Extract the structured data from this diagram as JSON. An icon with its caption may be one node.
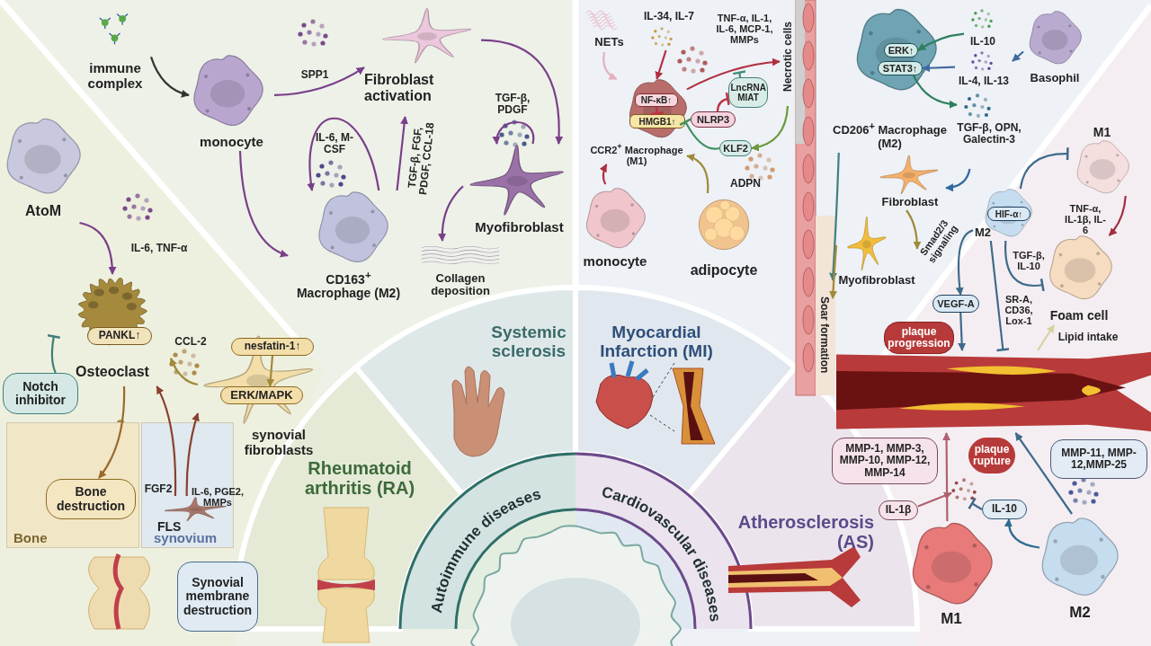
{
  "diagram": {
    "nodes": [
      {
        "text": [
          "immune complex"
        ]
      },
      {
        "text": [
          "monocyte"
        ]
      },
      {
        "text": [
          "Fibroblast activation"
        ]
      },
      {
        "text": [
          "CD163$^{+}$ Macrophage (M2)"
        ]
      },
      {
        "text": [
          "Myofibroblast"
        ]
      },
      {
        "text": [
          "Collagen deposition"
        ]
      },
      {
        "text": [
          "AtoM"
        ]
      },
      {
        "text": [
          "Osteoclast"
        ]
      },
      {
        "text": [
          "PANKL↑"
        ],
        "in": 7
      },
      {
        "text": [
          "Notch inhibitor"
        ]
      },
      {
        "text": [
          "synovial fibroblasts"
        ]
      },
      {
        "text": [
          "nesfatin-1↑"
        ],
        "in": 10
      },
      {
        "text": [
          "ERK/MAPK"
        ],
        "in": 10
      },
      {
        "text": [
          "Bone"
        ]
      },
      {
        "text": [
          "Bone destruction"
        ],
        "in": 13
      },
      {
        "text": [
          "synovium"
        ]
      },
      {
        "text": [
          "FLS"
        ],
        "in": 15
      },
      {
        "text": [
          "Synovial membrane destruction"
        ]
      },
      {
        "text": [
          "NETs"
        ]
      },
      {
        "text": [
          "IL-34, IL-7"
        ]
      },
      {
        "text": [
          "CCR2$^{+}$ Macrophage (M1)"
        ]
      },
      {
        "text": [
          "NF-κB↑"
        ],
        "in": 20
      },
      {
        "text": [
          "HMGB1↑"
        ],
        "in": 20
      },
      {
        "text": [
          "NLRP3"
        ]
      },
      {
        "text": [
          "LncRNA MIAT"
        ]
      },
      {
        "text": [
          "KLF2"
        ]
      },
      {
        "text": [
          "monocyte"
        ]
      },
      {
        "text": [
          "adipocyte"
        ]
      },
      {
        "text": [
          "Necrotic cells"
        ]
      },
      {
        "text": [
          "Soar formation"
        ]
      },
      {
        "text": [
          "CD206$^{+}$ Macrophage (M2)"
        ]
      },
      {
        "text": [
          "ERK↑"
        ],
        "in": 30
      },
      {
        "text": [
          "STAT3↑"
        ],
        "in": 30
      },
      {
        "text": [
          "IL-10"
        ]
      },
      {
        "text": [
          "IL-4, IL-13"
        ]
      },
      {
        "text": [
          "Basophil"
        ]
      },
      {
        "text": [
          "TGF-β, OPN, Galectin-3"
        ]
      },
      {
        "text": [
          "Fibroblast"
        ]
      },
      {
        "text": [
          "Myofibroblast"
        ]
      },
      {
        "text": [
          "M1"
        ]
      },
      {
        "text": [
          "M2"
        ]
      },
      {
        "text": [
          "HIF-α↑"
        ],
        "in": 40
      },
      {
        "text": [
          "Foam cell"
        ]
      },
      {
        "text": [
          "VEGF-A"
        ]
      },
      {
        "text": [
          "plaque progression"
        ]
      },
      {
        "text": [],
        "shape": "picture"
      },
      {
        "text": [
          "MMP-1, MMP-3, MMP-10, MMP-12, MMP-14"
        ]
      },
      {
        "text": [
          "plaque rupture"
        ]
      },
      {
        "text": [
          "MMP-11, MMP-12,MMP-25"
        ]
      },
      {
        "text": [
          "IL-1β"
        ]
      },
      {
        "text": [
          "IL-10"
        ]
      },
      {
        "text": [
          "M1"
        ]
      },
      {
        "text": [
          "M2"
        ]
      },
      {
        "text": [],
        "shape": "picture"
      }
    ],
    "edges": [
      {
        "from": 0,
        "to": 1,
        "arrow": "to",
        "color": "#333333"
      },
      {
        "from": 1,
        "to": 2,
        "arrow": "to",
        "label": "SPP1"
      },
      {
        "from": 1,
        "to": 3,
        "arrow": "to"
      },
      {
        "from": 3,
        "to": 2,
        "arrow": "to",
        "label": "TGF-β, FGF, PDGF, CCL-18"
      },
      {
        "from": 3,
        "to": 3,
        "arrow": "to",
        "label": "IL-6, M-CSF"
      },
      {
        "from": 2,
        "to": 4,
        "arrow": "to"
      },
      {
        "from": 4,
        "to": 4,
        "arrow": "to",
        "label": "TGF-β, PDGF"
      },
      {
        "from": 4,
        "to": 5,
        "arrow": "to"
      },
      {
        "from": 6,
        "to": 7,
        "arrow": "to",
        "label": "IL-6, TNF-α"
      },
      {
        "from": 9,
        "to": 7,
        "arrow": "other",
        "color": "#3f7f78"
      },
      {
        "from": 10,
        "to": 7,
        "arrow": "to",
        "label": "CCL-2",
        "color": "#a08a3a"
      },
      {
        "from": 11,
        "to": 12,
        "arrow": "to",
        "color": "#a08a3a"
      },
      {
        "from": 7,
        "to": 14,
        "arrow": "to",
        "color": "#9a6a2a"
      },
      {
        "from": 16,
        "to": 7,
        "arrow": "to",
        "label": "FGF2",
        "color": "#8a4030"
      },
      {
        "from": 16,
        "to": 10,
        "arrow": "to",
        "label": "IL-6, PGE2, MMPs",
        "color": "#8a4030"
      },
      {
        "from": 18,
        "to": 20,
        "arrow": "to",
        "color": "#e8b0c0"
      },
      {
        "from": 19,
        "to": 20,
        "arrow": "to",
        "color": "#b03040"
      },
      {
        "from": 20,
        "to": 28,
        "arrow": "to",
        "label": "TNF-α, IL-1, IL-6, MCP-1, MMPs",
        "color": "#b03040"
      },
      {
        "from": 24,
        "to": null,
        "arrow": "other",
        "color": "#3f8f7f"
      },
      {
        "from": 23,
        "to": 24,
        "arrow": "other",
        "color": "#c03040"
      },
      {
        "from": 25,
        "to": 22,
        "arrow": "other",
        "color": "#3f8f5f"
      },
      {
        "from": 21,
        "to": 22,
        "arrow": "other",
        "color": "#c03040"
      },
      {
        "from": 28,
        "to": 25,
        "arrow": "to",
        "color": "#6a9a3a"
      },
      {
        "from": 26,
        "to": 20,
        "arrow": "to",
        "color": "#b03040"
      },
      {
        "from": 27,
        "to": 20,
        "arrow": "to",
        "label": "ADPN",
        "color": "#a08a3a"
      },
      {
        "from": 33,
        "to": 31,
        "arrow": "to",
        "color": "#2f7f5f"
      },
      {
        "from": 34,
        "to": 32,
        "arrow": "to",
        "color": "#3f6aa0"
      },
      {
        "from": 35,
        "to": 34,
        "arrow": "to",
        "color": "#3f6aa0"
      },
      {
        "from": 32,
        "to": 36,
        "arrow": "to",
        "color": "#2f7f5f"
      },
      {
        "from": 36,
        "to": 37,
        "arrow": "to",
        "color": "#2f6aa0"
      },
      {
        "from": 37,
        "to": 38,
        "arrow": "to",
        "label": "Smad2/3 signaling",
        "color": "#a08a3a"
      },
      {
        "from": 30,
        "to": 29,
        "arrow": "to",
        "color": "#3f7f7f"
      },
      {
        "from": 38,
        "to": 29,
        "arrow": "to",
        "color": "#a08a3a"
      },
      {
        "from": 40,
        "to": 39,
        "arrow": "other",
        "color": "#3f6a8a"
      },
      {
        "from": 39,
        "to": 42,
        "arrow": "to",
        "label": "TNF-α, IL-1β, IL-6",
        "color": "#a03040"
      },
      {
        "from": 40,
        "to": 42,
        "arrow": "other",
        "label": "TGF-β, IL-10",
        "color": "#3f6a8a"
      },
      {
        "from": 40,
        "to": 43,
        "arrow": "to",
        "color": "#3f6a8a"
      },
      {
        "from": 43,
        "to": 45,
        "arrow": "to",
        "color": "#3f6a8a"
      },
      {
        "from": 40,
        "to": 45,
        "arrow": "other",
        "label": "SR-A, CD36, Lox-1",
        "color": "#3f6a8a"
      },
      {
        "from": 45,
        "to": 42,
        "arrow": "to",
        "label": "Lipid intake",
        "color": "#d8d0a0"
      },
      {
        "from": 51,
        "to": 45,
        "arrow": "to",
        "color": "#b06070"
      },
      {
        "from": 52,
        "to": 45,
        "arrow": "to",
        "color": "#3f6a8a"
      },
      {
        "from": 52,
        "to": 50,
        "arrow": "to",
        "color": "#2f6a90"
      },
      {
        "from": 50,
        "to": 53,
        "arrow": "other",
        "color": "#3f6a8a"
      },
      {
        "from": 49,
        "to": 53,
        "arrow": "to",
        "color": "#b06070"
      }
    ],
    "labels": [
      "Rheumatoid arthritis (RA)",
      "Systemic sclerosis",
      "Myocardial Infarction (MI)",
      "Autoimmune diseases",
      "Cardiovascular diseases",
      "Atherosclerosis (AS)"
    ]
  }
}
